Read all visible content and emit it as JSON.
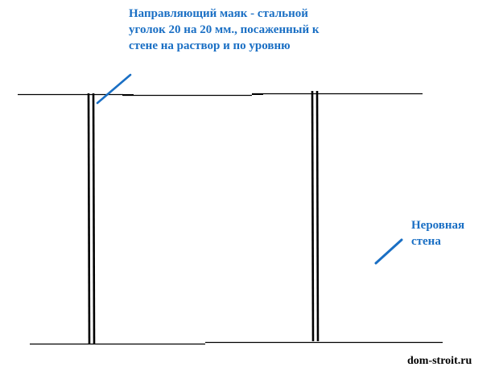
{
  "annotations": {
    "beacon_label": {
      "lines": [
        "Направляющий маяк - стальной",
        "уголок 20 на 20 мм., посаженный к",
        "стене на раствор и по уровню"
      ]
    },
    "wall_label": {
      "lines": [
        "Неровная",
        "стена"
      ]
    }
  },
  "watermark": "dom-stroit.ru",
  "colors": {
    "annotation": "#1a6fc4",
    "lines": "#000000",
    "watermark": "#000000"
  }
}
